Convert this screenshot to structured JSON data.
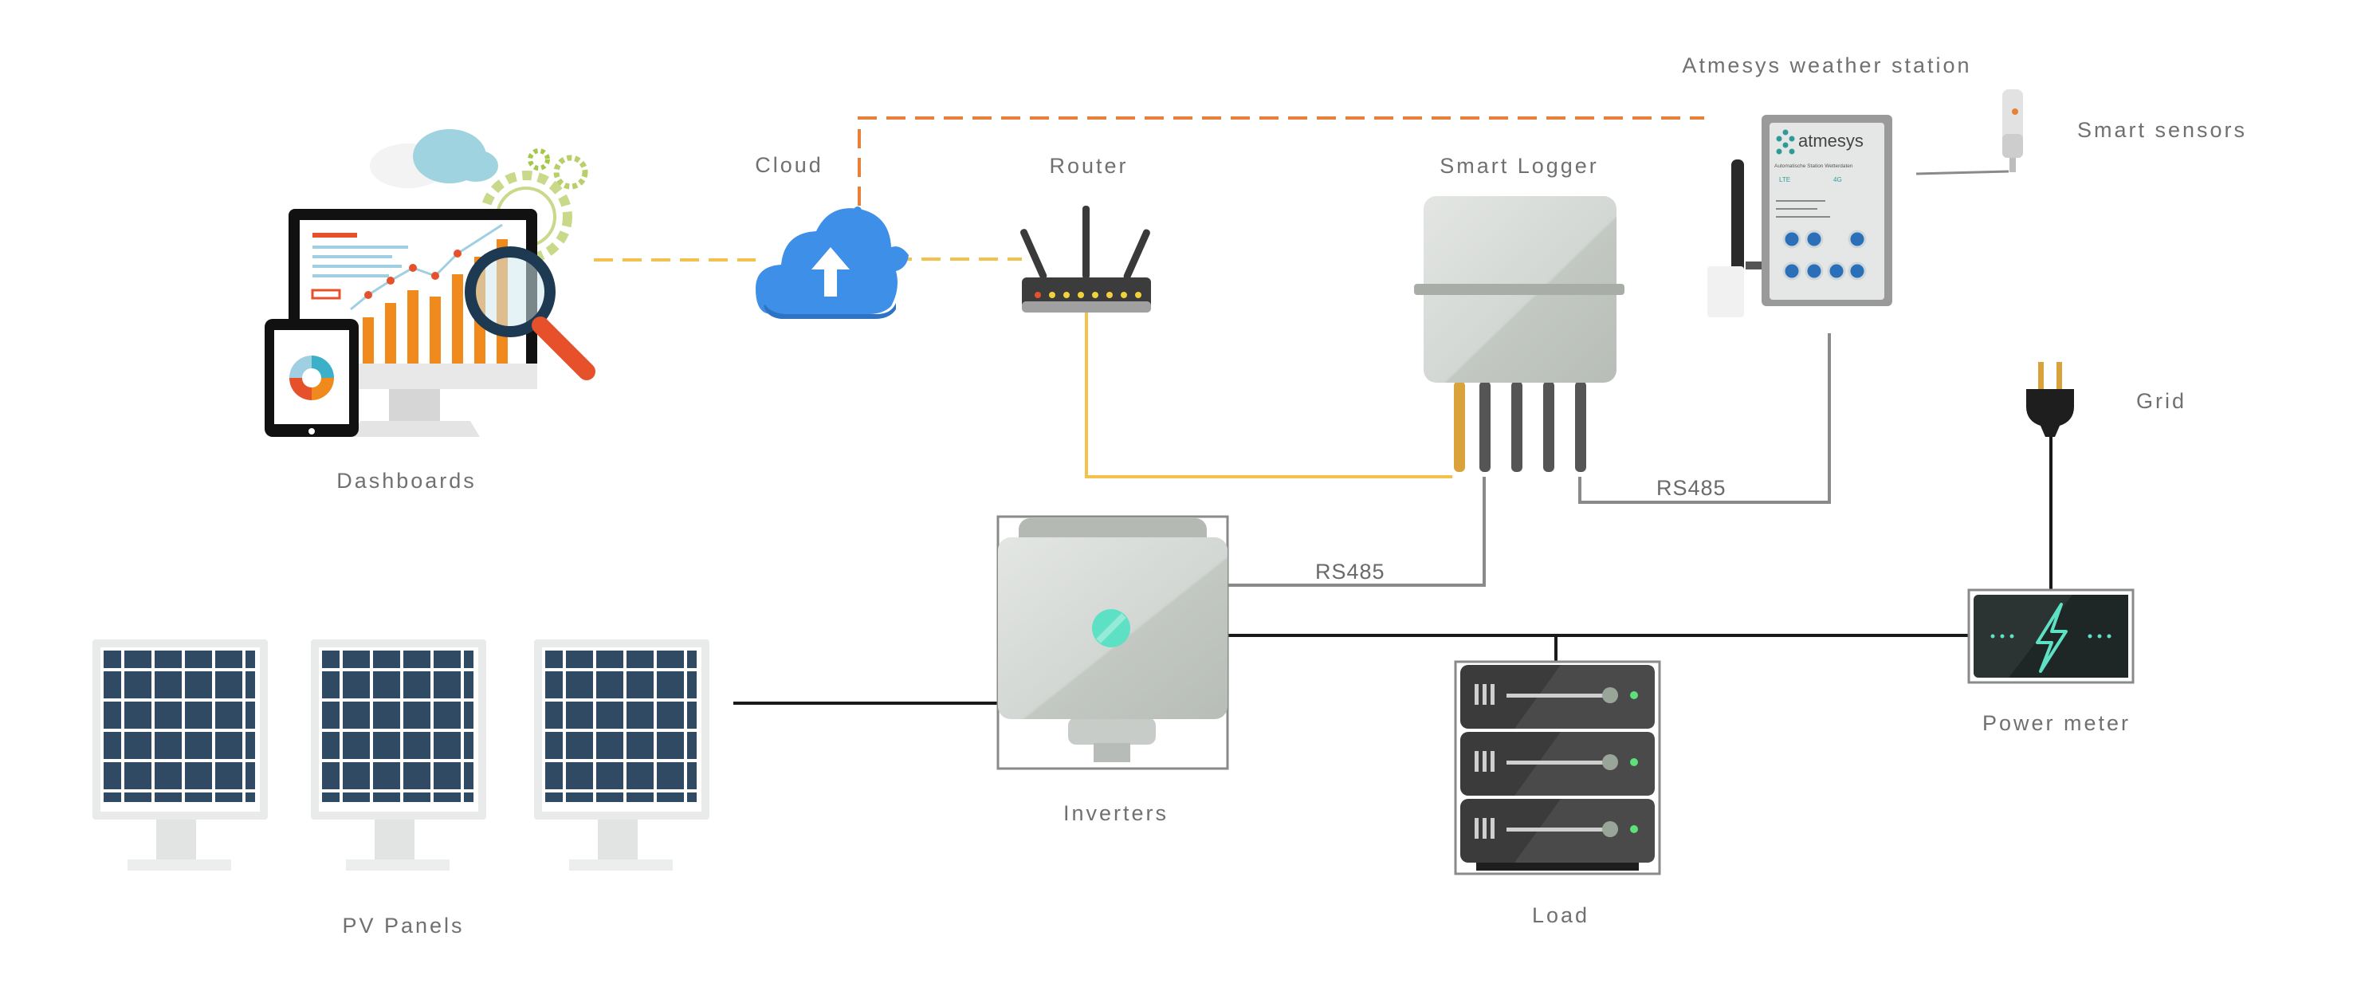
{
  "labels": {
    "dashboards": "Dashboards",
    "cloud": "Cloud",
    "router": "Router",
    "smart_logger": "Smart Logger",
    "weather_station": "Atmesys weather station",
    "smart_sensors": "Smart sensors",
    "grid": "Grid",
    "power_meter": "Power meter",
    "inverters": "Inverters",
    "load": "Load",
    "pv_panels": "PV Panels"
  },
  "wires": {
    "rs485_weather": "RS485",
    "rs485_inverter": "RS485"
  },
  "device_text": {
    "brand": "atmesys",
    "subtitle": "Automatische Station Wetterdaten",
    "tag_a": "LTE",
    "tag_b": "4G"
  },
  "colors": {
    "wire_orange": "#e8803a",
    "wire_yellow": "#f2c14e",
    "wire_gray": "#8a8a8a",
    "wire_black": "#1a1a1a",
    "cloud_blue": "#3d8fe8",
    "chart_orange": "#f08a1c",
    "panel_blue": "#2f4a62",
    "label_gray": "#707070"
  },
  "icons": {
    "dashboards": "monitor-tablet-chart-icon",
    "cloud": "cloud-upload-icon",
    "router": "wifi-router-icon",
    "smart_logger": "logger-box-icon",
    "weather_station": "weather-station-icon",
    "smart_sensors": "sensor-icon",
    "grid": "plug-icon",
    "power_meter": "meter-icon",
    "inverters": "inverter-icon",
    "load": "server-rack-icon",
    "pv_panels": "solar-panel-icon"
  }
}
